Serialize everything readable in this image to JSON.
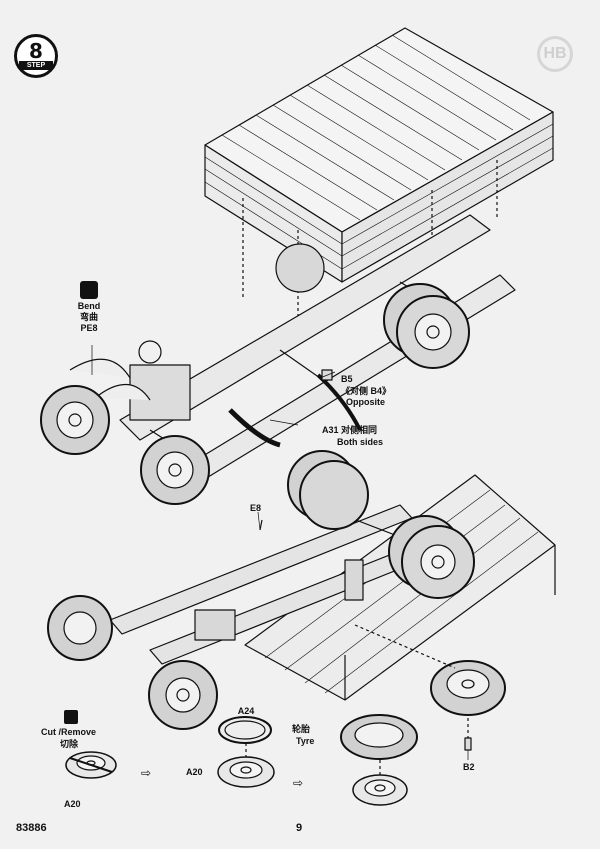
{
  "page": {
    "step_word": "STEP",
    "step_number": "8",
    "watermark_text": "HB",
    "kit_number": "83886",
    "page_number": "9"
  },
  "labels": {
    "bend_en": "Bend",
    "bend_cn": "弯曲",
    "pe8": "PE8",
    "b5": "B5",
    "b4_opposite_cn": "《对侧 B4》",
    "opposite": "Opposite",
    "a31": "A31 对侧相同",
    "both_sides": "Both sides",
    "e8": "E8",
    "a24": "A24",
    "a20_mid": "A20",
    "tyre_cn": "轮胎",
    "tyre_en": "Tyre",
    "cut_remove": "Cut /Remove",
    "cut_cn": "切除",
    "a20_left": "A20",
    "b2": "B2"
  },
  "icons": {
    "step": "step-badge-icon",
    "bend": "bend-tool-icon",
    "cut": "cut-tool-icon",
    "arrow": "assembly-arrow-icon"
  }
}
